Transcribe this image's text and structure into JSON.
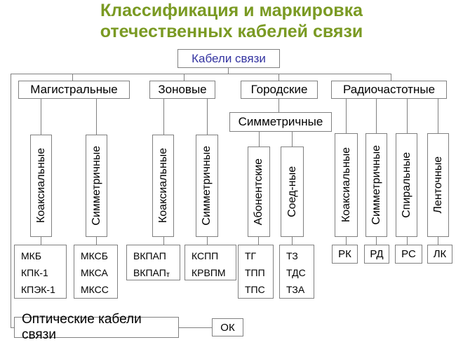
{
  "title": {
    "line1": "Классификация и маркировка",
    "line2": "отечественных кабелей связи",
    "color": "#7A9A23"
  },
  "root": {
    "label": "Кабели связи",
    "text_color": "#3333A0"
  },
  "level2": {
    "magistralnye": "Магистральные",
    "zonovye": "Зоновые",
    "gorodskie": "Городские",
    "radiochastotnye": "Радиочастотные"
  },
  "level3": {
    "gorodskie_simmetrichnye": "Симметричные"
  },
  "types": {
    "mag_koax": "Коаксиальные",
    "mag_simm": "Симметричные",
    "zon_koax": "Коаксиальные",
    "zon_simm": "Симметричные",
    "gor_abon": "Абонентские",
    "gor_soed": "Соед-ные",
    "rad_koax": "Коаксиальные",
    "rad_simm": "Симметричные",
    "rad_spiral": "Спиральные",
    "rad_lent": "Ленточные"
  },
  "marks": {
    "mag_koax": [
      "МКБ",
      "КПК-1",
      "КПЭК-1"
    ],
    "mag_simm": [
      "МКСБ",
      "МКСА",
      "МКСС"
    ],
    "zon_koax": {
      "line1": "ВКПАП",
      "line2_main": "ВКПАП",
      "line2_sub": "т"
    },
    "zon_simm": [
      "КСПП",
      "КРВПМ"
    ],
    "gor_abon": [
      "ТГ",
      "ТПП",
      "ТПС"
    ],
    "gor_soed": [
      "ТЗ",
      "ТДС",
      "ТЗА"
    ],
    "rad_koax": "РК",
    "rad_simm": "РД",
    "rad_spiral": "РС",
    "rad_lent": "ЛК"
  },
  "bottom": {
    "optical_label": "Оптические кабели связи",
    "optical_mark": "ОК"
  },
  "colors": {
    "line": "#808080",
    "border": "#808080",
    "title_green": "#7A9A23",
    "root_blue": "#3333A0"
  }
}
